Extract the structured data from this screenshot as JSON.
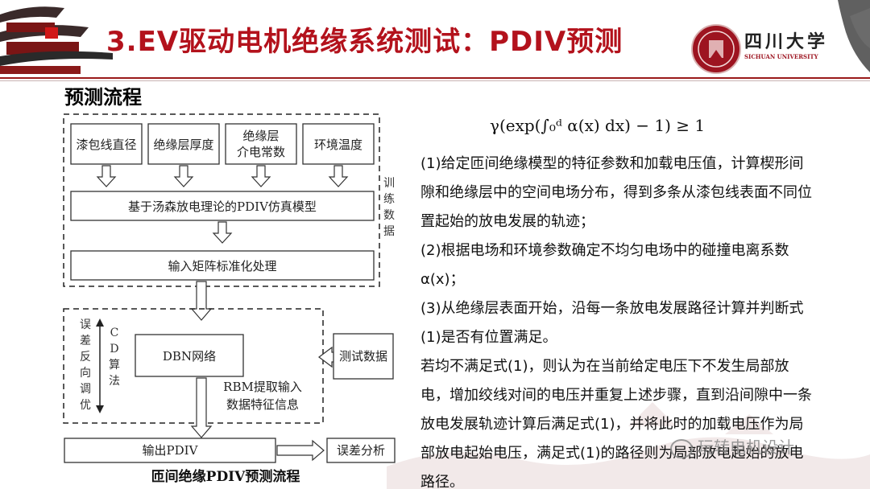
{
  "header": {
    "title": "3.EV驱动电机绝缘系统测试：PDIV预测",
    "logo_cn": "四川大学",
    "logo_en": "SICHUAN UNIVERSITY"
  },
  "section_title": "预测流程",
  "diagram": {
    "inputs": [
      "漆包线直径",
      "绝缘层厚度",
      "绝缘层\n介电常数",
      "环境温度"
    ],
    "input_line1": "绝缘层",
    "input_line2": "介电常数",
    "train_label": "训练数据",
    "model_box": "基于汤森放电理论的PDIV仿真模型",
    "norm_box": "输入矩阵标准化处理",
    "error_label": "误差反向调优",
    "cd_label": "CD算法",
    "dbn_box": "DBN网络",
    "test_box": "测试数据",
    "rbm_line1": "RBM提取输入",
    "rbm_line2": "数据特征信息",
    "output_box": "输出PDIV",
    "error_analysis": "误差分析",
    "caption": "匝间绝缘PDIV预测流程"
  },
  "formula": "γ(exp(∫₀ᵈ α(x) dx) − 1) ≥ 1",
  "paragraphs": [
    "(1)给定匝间绝缘模型的特征参数和加载电压值，计算楔形间",
    "隙和绝缘层中的空间电场分布，得到多条从漆包线表面不同位",
    "置起始的放电发展的轨迹；",
    "(2)根据电场和环境参数确定不均匀电场中的碰撞电离系数",
    "α(x)；",
    "(3)从绝缘层表面开始，沿每一条放电发展路径计算并判断式",
    "(1)是否有位置满足。",
    "若均不满足式(1)，则认为在当前给定电压下不发生局部放",
    "电，增加绞线对间的电压并重复上述步骤，直到沿间隙中一条",
    "放电发展轨迹计算后满足式(1)，并将此时的加载电压作为局",
    "部放电起始电压，满足式(1)的路径则为局部放电起始的放电",
    "路径。"
  ],
  "watermark": "玩转电机设计",
  "colors": {
    "title": "#b3121c",
    "accent": "#9d1420"
  }
}
